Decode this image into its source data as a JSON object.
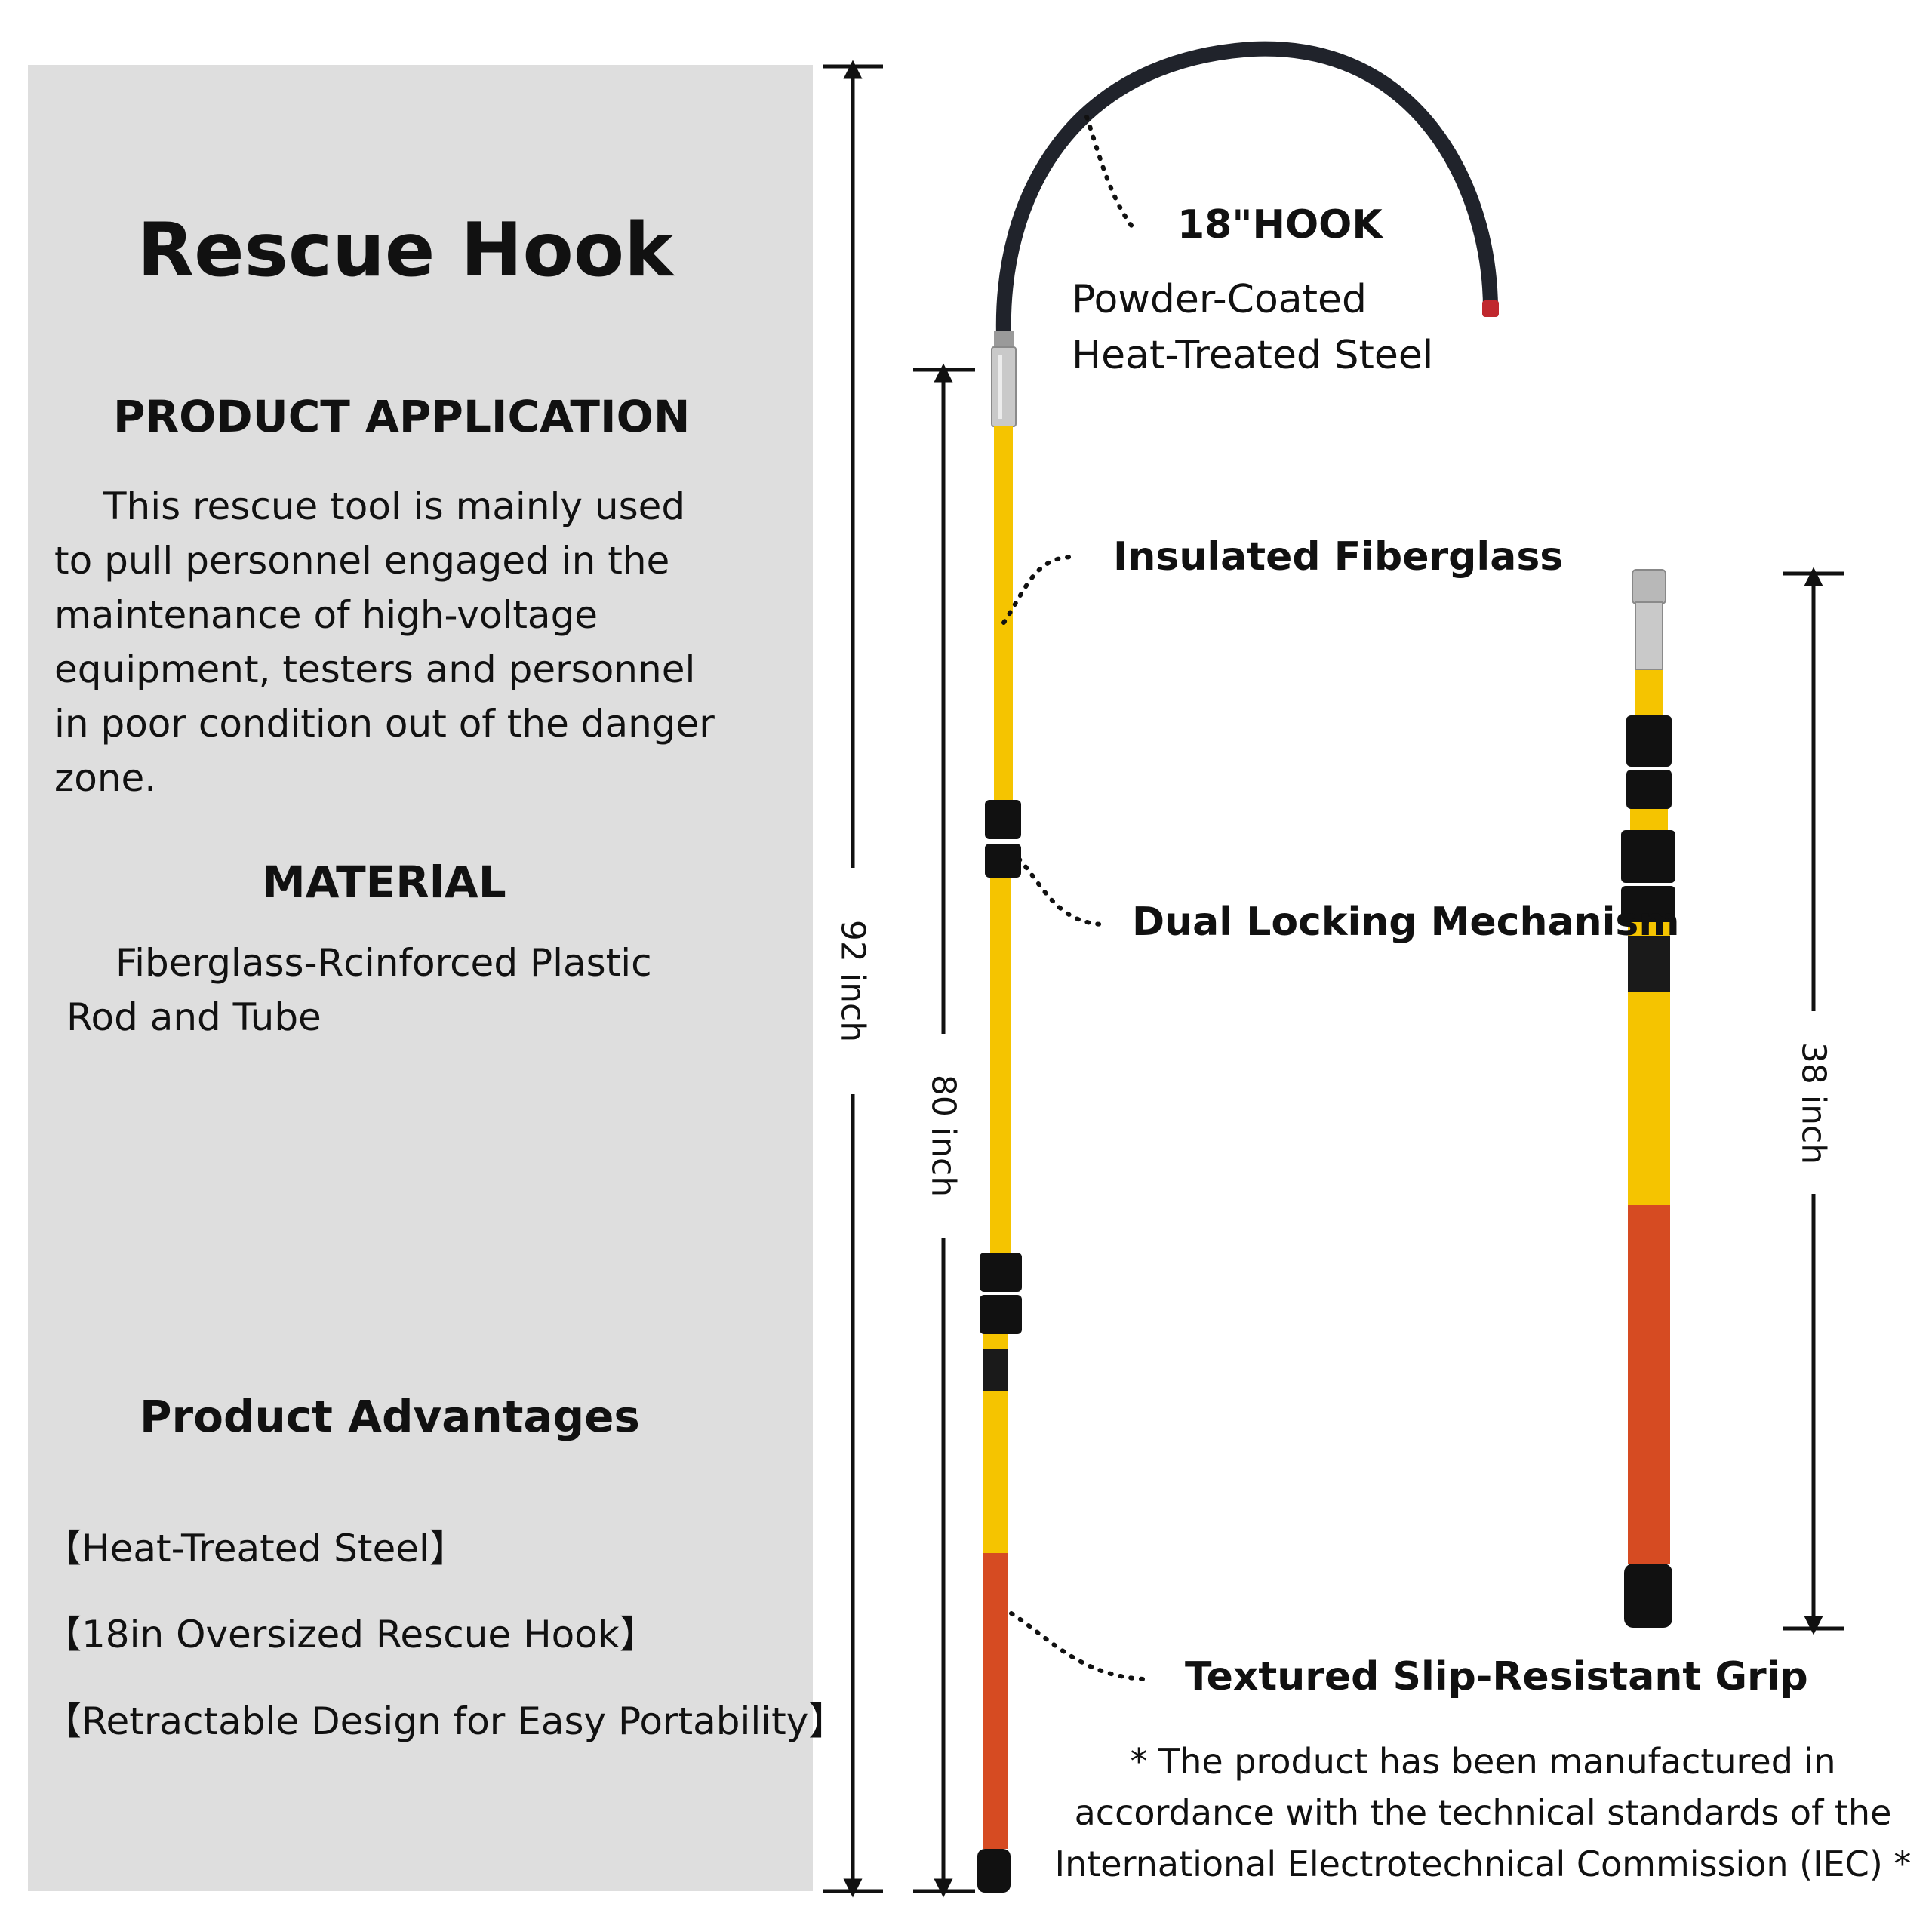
{
  "panel": {
    "title": "Rescue Hook",
    "application": {
      "heading": "PRODUCT  APPLICATION",
      "lines": [
        "This rescue tool is mainly used",
        "to pull personnel engaged in the",
        "maintenance of high-voltage",
        "equipment, testers and personnel",
        "in poor condition out of the danger",
        "zone."
      ]
    },
    "material": {
      "heading": "MATERlAL",
      "lines": [
        "Fiberglass-Rcinforced Plastic",
        "Rod and Tube"
      ]
    },
    "advantages": {
      "heading": "Product Advantages",
      "items": [
        "【Heat-Treated Steel】",
        "【18in Oversized Rescue Hook】",
        "【Retractable Design for  Easy Portability】"
      ]
    }
  },
  "callouts": {
    "hook": "18\"HOOK",
    "hook_material_1": "Powder-Coated",
    "hook_material_2": "Heat-Treated Steel",
    "fiberglass": "Insulated Fiberglass",
    "locking": "Dual Locking Mechanism",
    "grip": "Textured Slip-Resistant Grip"
  },
  "dimensions": {
    "total": "92 inch",
    "pole": "80 inch",
    "retracted": "38 inch"
  },
  "note": {
    "line1": "* The product has been manufactured in",
    "line2": "accordance with the technical standards of the",
    "line3": "International Electrotechnical Commission (IEC) *"
  },
  "colors": {
    "panel": "#dedede",
    "fiberglass_yellow": "#f5c400",
    "grip_red": "#d64b22",
    "hook_black": "#20232b",
    "lock_black": "#111111"
  }
}
